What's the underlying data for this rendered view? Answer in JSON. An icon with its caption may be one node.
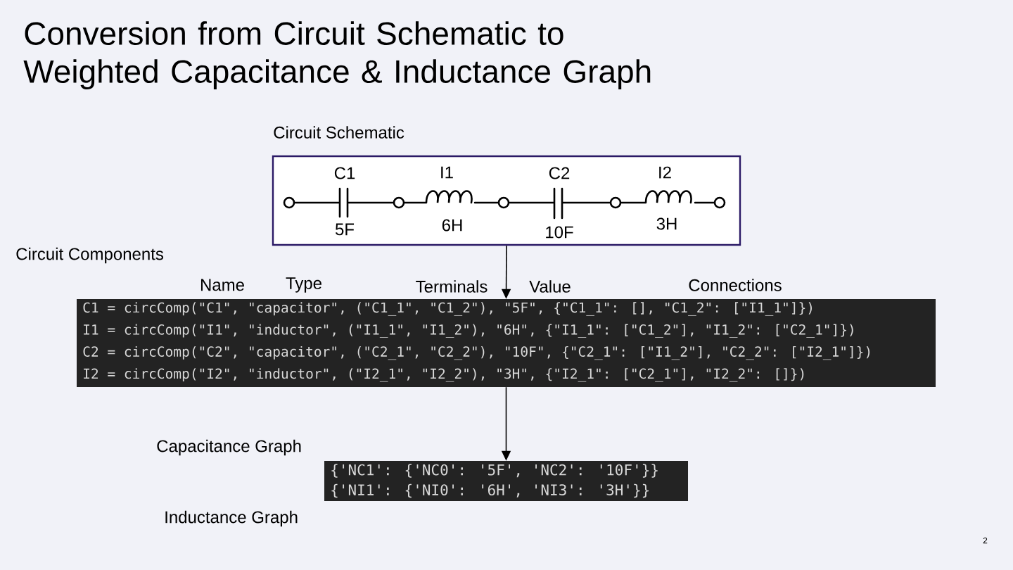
{
  "diagram": {
    "title": "Conversion from Circuit Schematic to Weighted Capacitance & Inductance Graph",
    "nodes": [
      {
        "text": [
          "Circuit Schematic"
        ]
      },
      {
        "text": [
          "Circuit Components",
          "C1 = circComp(\"C1\", \"capacitor\", (\"C1_1\", \"C1_2\"), \"5F\", {\"C1_1\": [], \"C1_2\": [\"I1_1\"]})",
          "I1 = circComp(\"I1\", \"inductor\", (\"I1_1\", \"I1_2\"), \"6H\", {\"I1_1\": [\"C1_2\"], \"I1_2\": [\"C2_1\"]})",
          "C2 = circComp(\"C2\", \"capacitor\", (\"C2_1\", \"C2_2\"), \"10F\", {\"C2_1\": [\"I1_2\"], \"C2_2\": [\"I2_1\"]})",
          "I2 = circComp(\"I2\", \"inductor\", (\"I2_1\", \"I2_2\"), \"3H\", {\"I2_1\": [\"C2_1\"], \"I2_2\": []})"
        ]
      },
      {
        "text": [
          "Capacitance Graph",
          "{'NC1': {'NC0': '5F', 'NC2': '10F'}}",
          "{'NI1': {'NI0': '6H', 'NI3': '3H'}}",
          "Inductance Graph"
        ]
      }
    ],
    "edges": [
      {
        "from": 0,
        "to": 1,
        "arrow": "to"
      },
      {
        "from": 1,
        "to": 2,
        "arrow": "to"
      }
    ],
    "labels": [
      "C1",
      "I1",
      "C2",
      "I2",
      "5F",
      "6H",
      "10F",
      "3H",
      "Name",
      "Type",
      "Terminals",
      "Value",
      "Connections",
      "2"
    ]
  }
}
